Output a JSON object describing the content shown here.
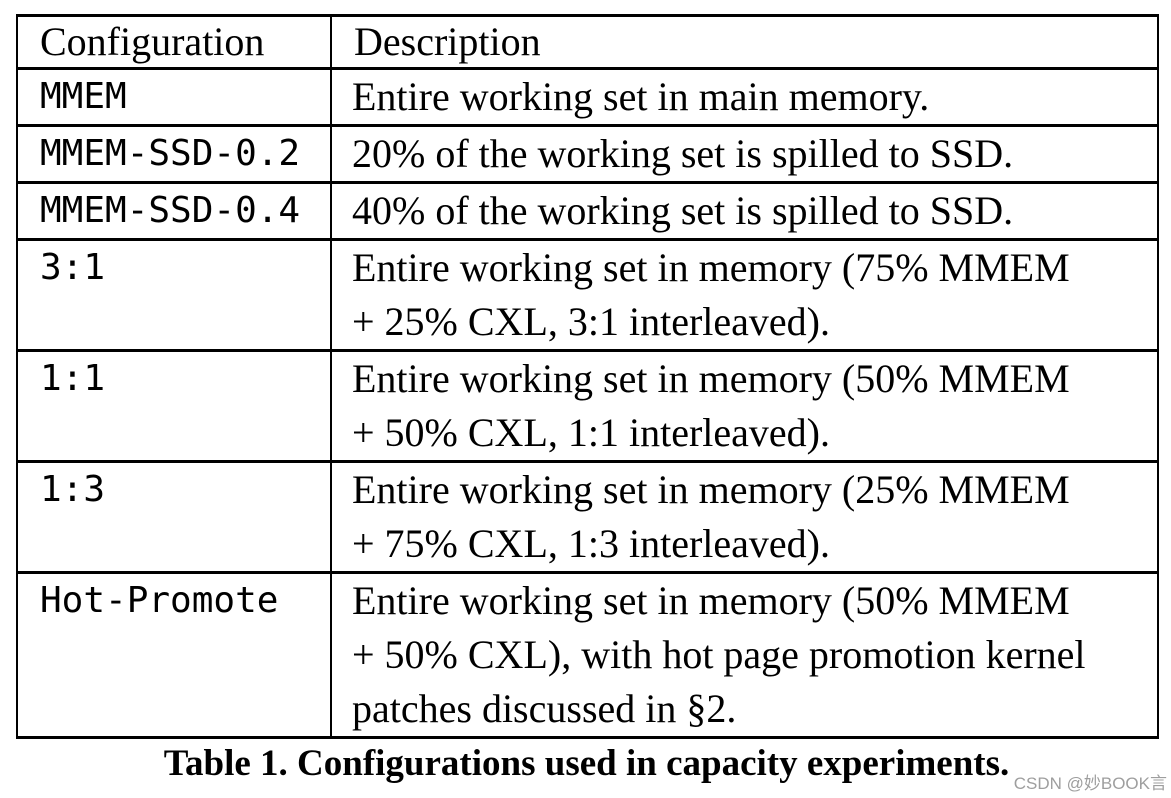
{
  "page": {
    "background": "#ffffff",
    "text_color": "#000000",
    "border_color": "#000000",
    "caption": "Table 1. Configurations used in capacity experiments.",
    "watermark": {
      "text": "CSDN @妙BOOK言",
      "color": "#9e9e9e"
    }
  },
  "table": {
    "columns": [
      "Configuration",
      "Description"
    ],
    "rows": [
      {
        "config": "MMEM",
        "description": [
          "Entire working set in main memory."
        ]
      },
      {
        "config": "MMEM-SSD-0.2",
        "description": [
          "20% of the working set is spilled to SSD."
        ]
      },
      {
        "config": "MMEM-SSD-0.4",
        "description": [
          "40% of the working set is spilled to SSD."
        ]
      },
      {
        "config": "3:1",
        "description": [
          "Entire working set in memory (75% MMEM",
          "+ 25% CXL, 3:1 interleaved)."
        ]
      },
      {
        "config": "1:1",
        "description": [
          "Entire working set in memory (50% MMEM",
          "+ 50% CXL, 1:1 interleaved)."
        ]
      },
      {
        "config": "1:3",
        "description": [
          "Entire working set in memory (25% MMEM",
          "+ 75% CXL, 1:3 interleaved)."
        ]
      },
      {
        "config": "Hot-Promote",
        "description": [
          "Entire working set in memory (50% MMEM",
          "+ 50% CXL), with hot page promotion kernel",
          "patches discussed in §2."
        ]
      }
    ]
  }
}
